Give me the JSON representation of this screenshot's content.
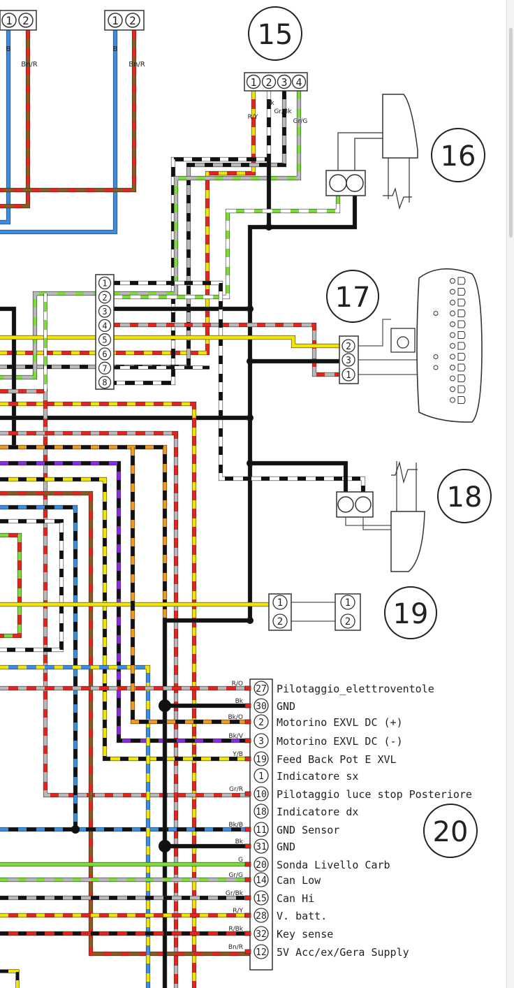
{
  "callouts": {
    "c15": "15",
    "c16": "16",
    "c17": "17",
    "c18": "18",
    "c19": "19",
    "c20": "20"
  },
  "top_connectors": {
    "left_pins": [
      "1",
      "2"
    ],
    "right_pins": [
      "1",
      "2"
    ],
    "wire_labels": [
      "B",
      "Bn/R",
      "B",
      "Bn/R"
    ]
  },
  "connector15": {
    "pins": [
      "1",
      "2",
      "3",
      "4"
    ],
    "wire_labels": [
      "R/Y",
      "Bk",
      "Gr/Bk",
      "Gr/G"
    ]
  },
  "connector_junction": {
    "pins": [
      "1",
      "2",
      "3",
      "4",
      "5",
      "6",
      "7",
      "8"
    ]
  },
  "connector17_plug": {
    "pins": [
      "2",
      "3",
      "1"
    ]
  },
  "connector19": {
    "pins_left": [
      "1",
      "2"
    ],
    "pins_right": [
      "1",
      "2"
    ]
  },
  "ecu20": {
    "rows": [
      {
        "pin": "27",
        "wire": "R/O",
        "label": "Pilotaggio_elettroventole"
      },
      {
        "pin": "30",
        "wire": "Bk",
        "label": "GND"
      },
      {
        "pin": "2",
        "wire": "Bk/O",
        "label": "Motorino EXVL DC (+)"
      },
      {
        "pin": "3",
        "wire": "Bk/V",
        "label": "Motorino EXVL DC (-)"
      },
      {
        "pin": "19",
        "wire": "Y/B",
        "label": "Feed Back Pot E XVL"
      },
      {
        "pin": "1",
        "wire": "",
        "label": "Indicatore sx"
      },
      {
        "pin": "10",
        "wire": "Gr/R",
        "label": "Pilotaggio luce stop Posteriore"
      },
      {
        "pin": "18",
        "wire": "",
        "label": "Indicatore dx"
      },
      {
        "pin": "11",
        "wire": "Bk/B",
        "label": "GND Sensor"
      },
      {
        "pin": "31",
        "wire": "Bk",
        "label": "GND"
      },
      {
        "pin": "20",
        "wire": "G",
        "label": "Sonda Livello Carb"
      },
      {
        "pin": "14",
        "wire": "Gr/G",
        "label": "Can Low"
      },
      {
        "pin": "15",
        "wire": "Gr/Bk",
        "label": "Can Hi"
      },
      {
        "pin": "28",
        "wire": "R/Y",
        "label": "V. batt."
      },
      {
        "pin": "32",
        "wire": "R/Bk",
        "label": "Key sense"
      },
      {
        "pin": "12",
        "wire": "Bn/R",
        "label": "5V Acc/ex/Gera Supply"
      }
    ]
  },
  "colors": {
    "black": "#111111",
    "red": "#e8231b",
    "blue": "#3a8ee6",
    "brown": "#8a5a1e",
    "yellow": "#f2e600",
    "green": "#7ddc3a",
    "grey": "#b9b9b9",
    "white": "#ffffff",
    "orange": "#f09a1c",
    "purple": "#8a2be2"
  }
}
